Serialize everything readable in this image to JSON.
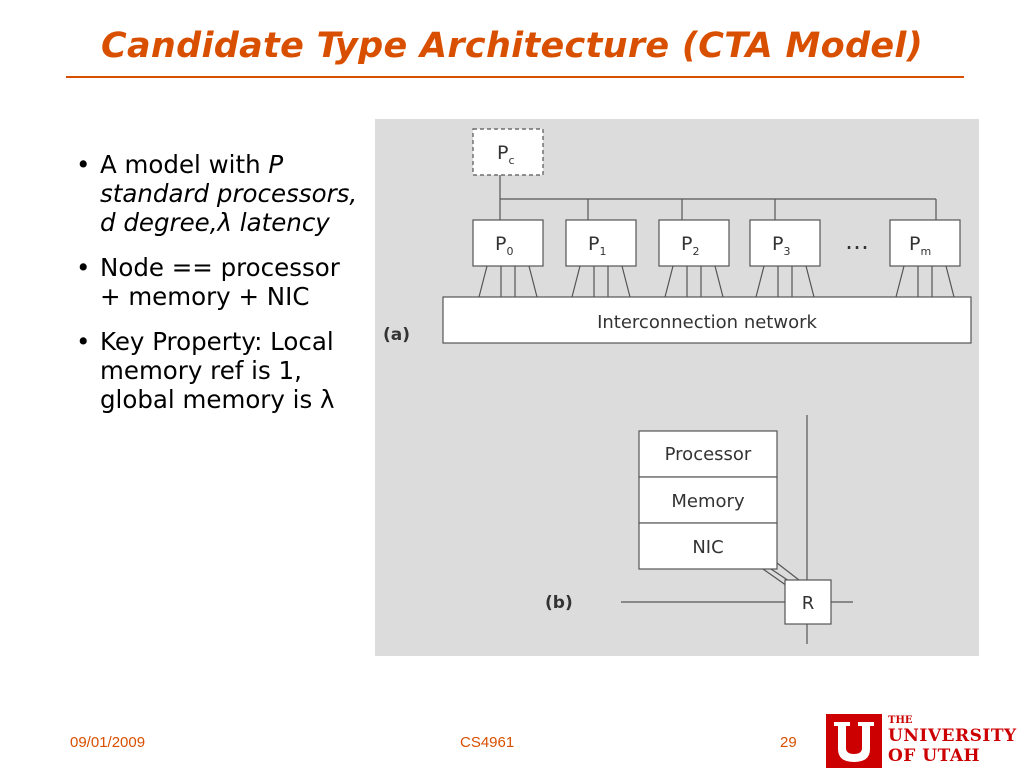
{
  "slide": {
    "title": "Candidate Type Architecture (CTA Model)",
    "bullets": [
      {
        "prefix": "A model with ",
        "italic": "P standard processors, d degree,λ latency"
      },
      {
        "text": "Node == processor + memory + NIC"
      },
      {
        "text": "Key Property: Local memory ref is 1, global memory is λ"
      }
    ]
  },
  "diagram": {
    "panel_a_label": "(a)",
    "panel_b_label": "(b)",
    "controller": {
      "base": "P",
      "sub": "c"
    },
    "processors": [
      {
        "base": "P",
        "sub": "0"
      },
      {
        "base": "P",
        "sub": "1"
      },
      {
        "base": "P",
        "sub": "2"
      },
      {
        "base": "P",
        "sub": "3"
      },
      {
        "base": "P",
        "sub": "m"
      }
    ],
    "ellipsis": "…",
    "network_label": "Interconnection network",
    "node_parts": [
      "Processor",
      "Memory",
      "NIC"
    ],
    "router_label": "R"
  },
  "footer": {
    "date": "09/01/2009",
    "course": "CS4961",
    "page": "29"
  },
  "logo": {
    "line1": "THE",
    "line2": "UNIVERSITY",
    "line3": "OF UTAH"
  },
  "colors": {
    "accent": "#d94f00",
    "figure_bg": "#dcdcdc",
    "logo_red": "#cc0000"
  }
}
